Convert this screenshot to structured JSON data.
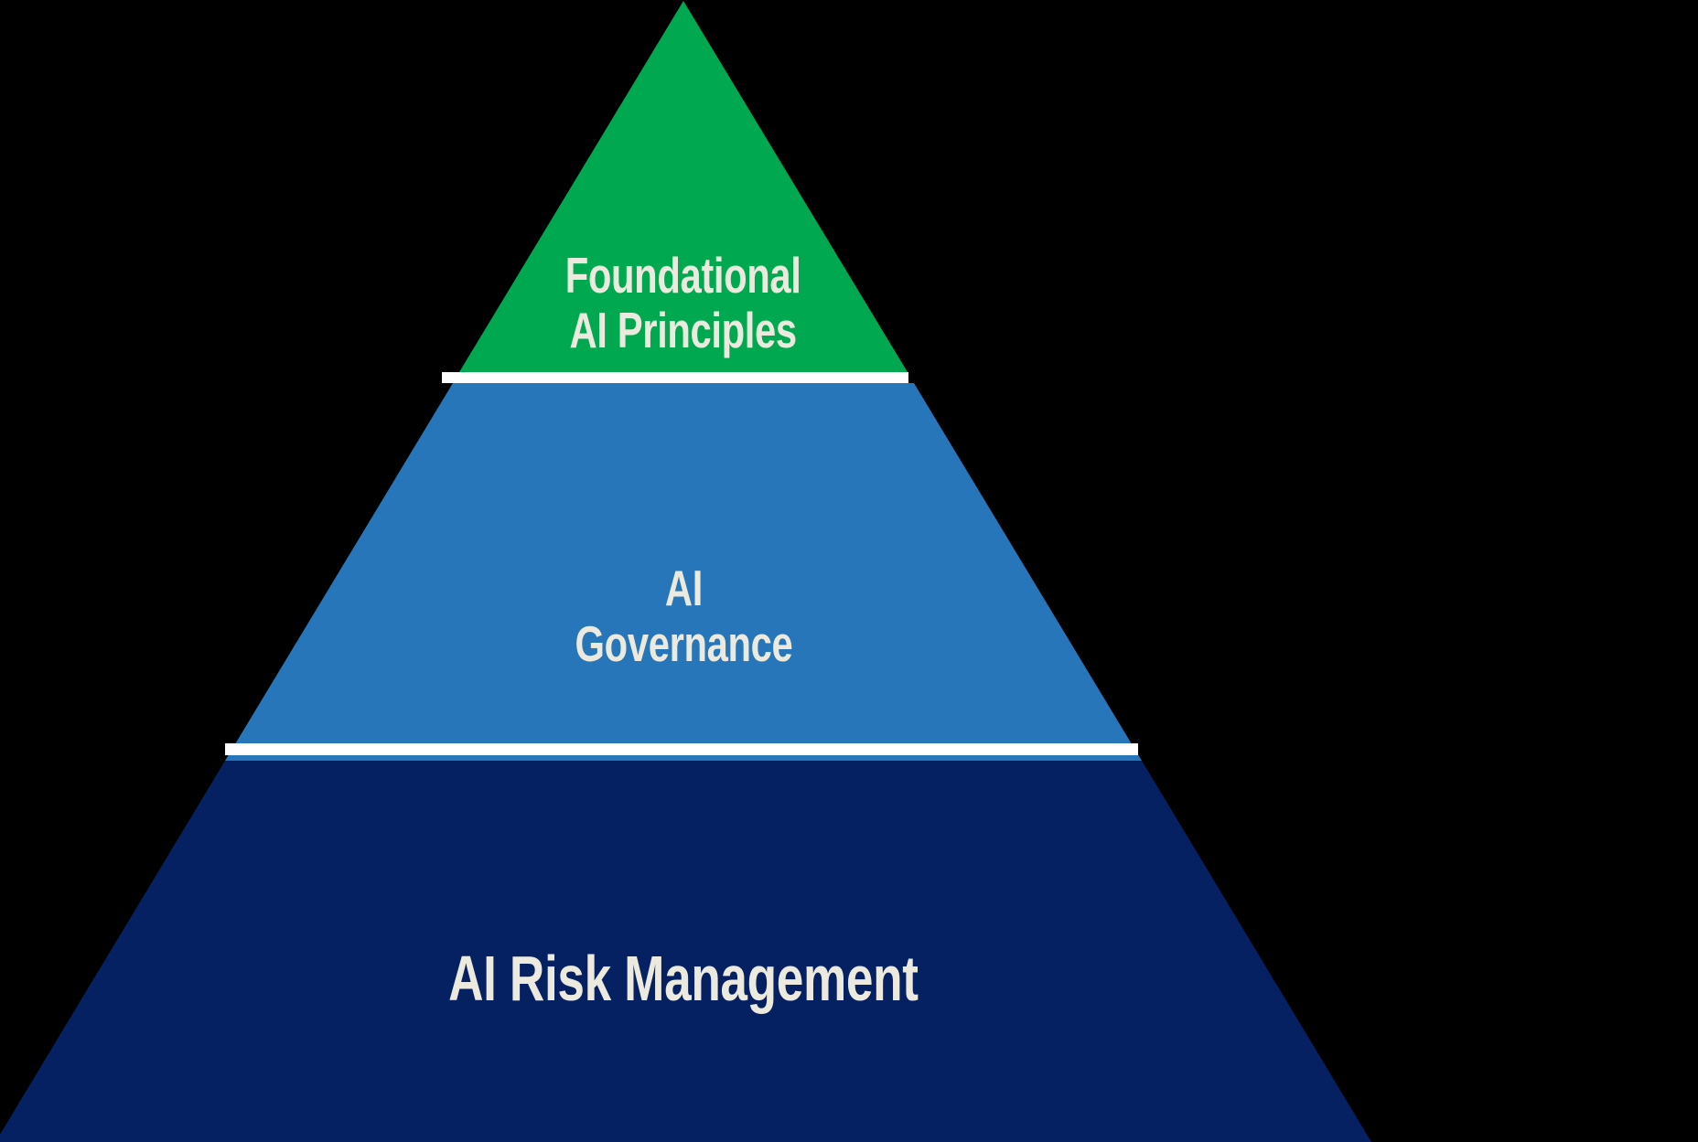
{
  "diagram": {
    "type": "pyramid",
    "background_color": "#000000",
    "separator_color": "#ffffff",
    "text_color": "#eceade",
    "levels": [
      {
        "name": "foundational-ai-principles",
        "label_lines": [
          "Foundational",
          "AI Principles"
        ],
        "color": "#00a94f",
        "position": "top"
      },
      {
        "name": "ai-governance",
        "label_lines": [
          "AI",
          "Governance"
        ],
        "color": "#2776b9",
        "position": "middle"
      },
      {
        "name": "ai-risk-management",
        "label_lines": [
          "AI Risk Management"
        ],
        "color": "#052161",
        "position": "bottom"
      }
    ]
  }
}
